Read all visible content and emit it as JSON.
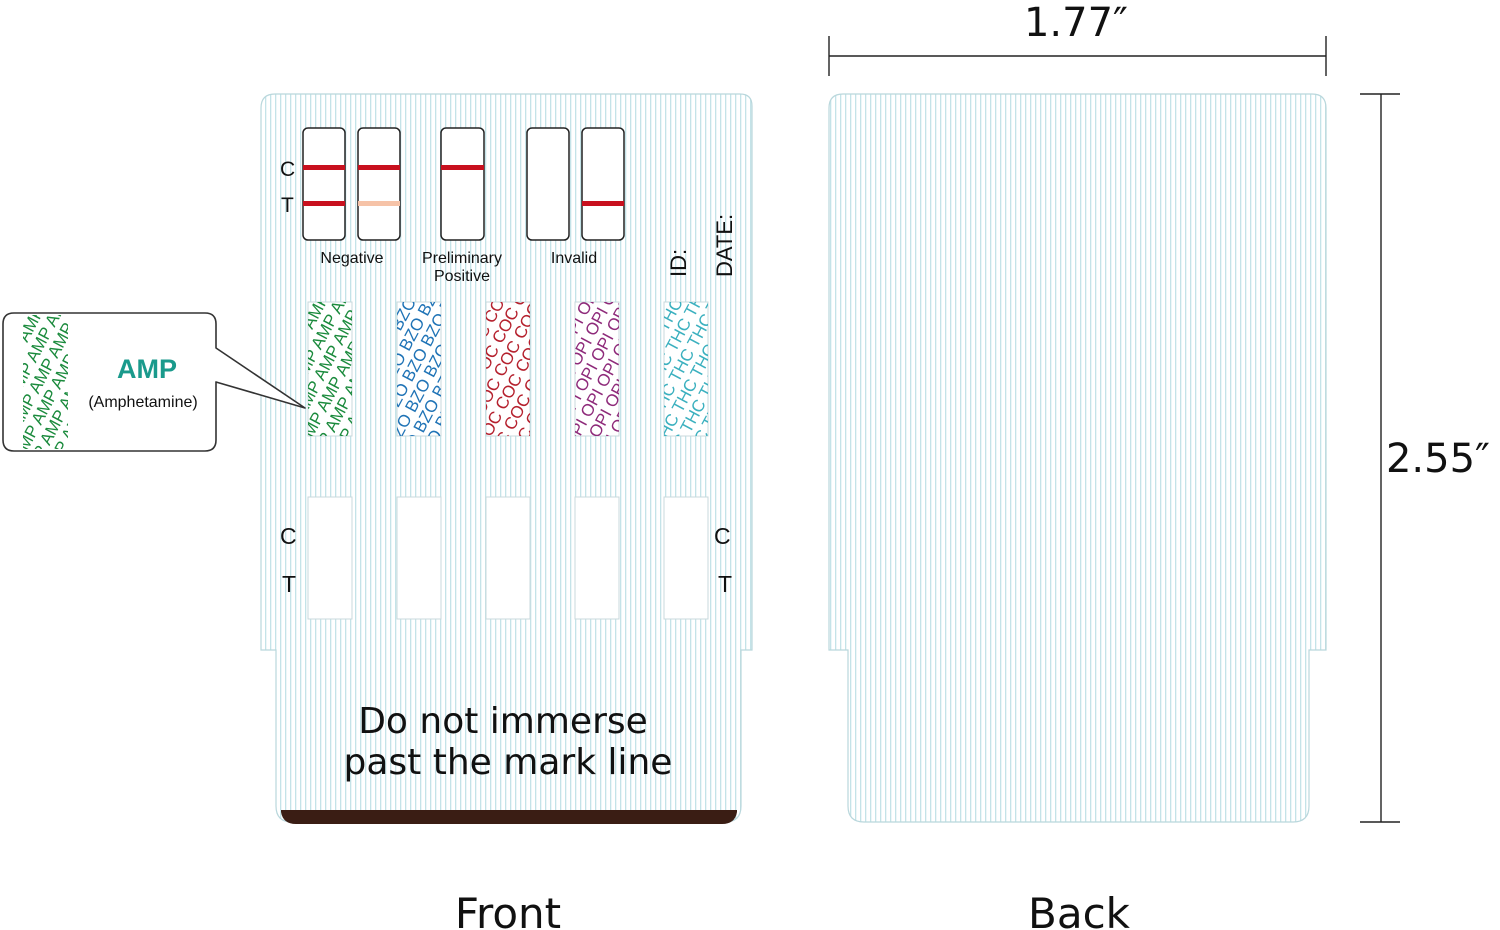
{
  "dimensions": {
    "width_label": "1.77″",
    "height_label": "2.55″"
  },
  "front": {
    "caption": "Front",
    "result_guide": {
      "c_label": "C",
      "t_label": "T",
      "labels": [
        "Negative",
        "Preliminary",
        "Positive",
        "Invalid"
      ]
    },
    "id_label": "ID:",
    "date_label": "DATE:",
    "drug_pads": [
      {
        "code": "AMP",
        "color": "#1a8a3c"
      },
      {
        "code": "BZO",
        "color": "#1f73b6"
      },
      {
        "code": "COC",
        "color": "#b5212e"
      },
      {
        "code": "OPI",
        "color": "#8e2a7a"
      },
      {
        "code": "THC",
        "color": "#3bb0bf"
      }
    ],
    "window_labels": {
      "left_c": "C",
      "left_t": "T",
      "right_c": "C",
      "right_t": "T"
    },
    "instruction": [
      "Do not immerse",
      "past the mark line"
    ]
  },
  "callout": {
    "code": "AMP",
    "name": "(Amphetamine)",
    "code_color": "#1a9a8c",
    "pattern_color": "#1a8a3c"
  },
  "back": {
    "caption": "Back"
  },
  "colors": {
    "line_red": "#c8101e",
    "faint_line": "#f6c3a8",
    "stripe": "#bfe0e6",
    "base_band": "#3a1d14"
  }
}
